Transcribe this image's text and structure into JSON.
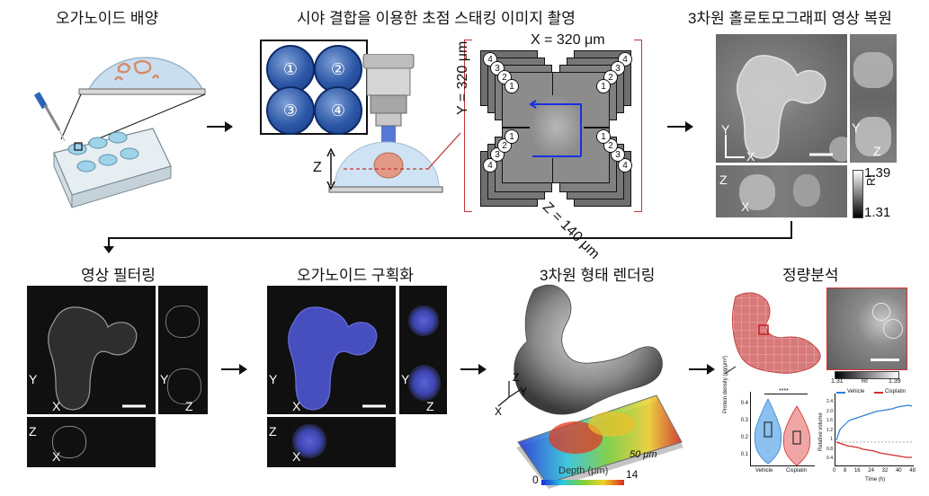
{
  "steps": {
    "culture": "오가노이드 배양",
    "acquisition": "시야 결합을 이용한 초점 스태킹 이미지 촬영",
    "holotomography": "3차원 홀로토모그래피 영상 복원",
    "filtering": "영상 필터링",
    "segmentation": "오가노이드 구획화",
    "rendering": "3차원 형태 렌더링",
    "quantification": "정량분석"
  },
  "acquisition": {
    "wells": [
      "①",
      "②",
      "③",
      "④"
    ],
    "x_dim": "X = 320 μm",
    "y_dim": "Y = 320 μm",
    "z_dim": "Z = 140 μm",
    "z_label": "Z"
  },
  "axes": {
    "x": "X",
    "y": "Y",
    "z": "Z"
  },
  "ri_scale": {
    "max": "1.39",
    "min": "1.31",
    "label": "RI"
  },
  "rendering": {
    "scale_text": "50 μm",
    "depth_label": "Depth (μm)",
    "depth_min": "0",
    "depth_max": "14"
  },
  "quant": {
    "colorbar_min": "1.31",
    "colorbar_mid": "RI",
    "colorbar_max": "1.39",
    "violin_ylabel": "Protein density (pg/μm³)",
    "violin_categories": [
      "Vehicle",
      "Cisplatin"
    ],
    "violin_yticks": [
      "0.4",
      "0.3",
      "0.2",
      "0.1"
    ],
    "significance": "****",
    "line_ylabel": "Relative volume",
    "line_xlabel": "Time (h)",
    "line_xticks": [
      "0",
      "8",
      "16",
      "24",
      "32",
      "40",
      "48"
    ],
    "line_yticks": [
      "2.4",
      "2.0",
      "1.6",
      "1.2",
      "1",
      "0.8",
      "0.4"
    ],
    "legend_vehicle": "Vehicle",
    "legend_cisplatin": "Cisplatin",
    "vehicle_color": "#2f7fd6",
    "cisplatin_color": "#d62a2a"
  }
}
